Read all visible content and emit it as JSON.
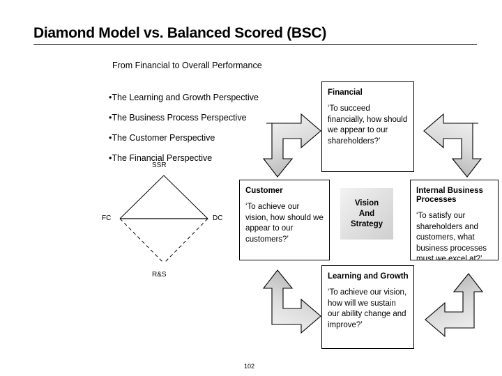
{
  "slide": {
    "title": "Diamond Model vs. Balanced Scored (BSC)",
    "subtitle": "From Financial to Overall Performance",
    "page_number": "102"
  },
  "bullets": [
    {
      "marker": "•",
      "label": "The Learning and Growth Perspective"
    },
    {
      "marker": "•",
      "label": "The Business Process Perspective"
    },
    {
      "marker": "•",
      "label": "The Customer Perspective"
    },
    {
      "marker": "•",
      "label": "The Financial Perspective"
    }
  ],
  "diamond": {
    "top_label": "SSR",
    "left_label": "FC",
    "right_label": "DC",
    "bottom_label": "R&S"
  },
  "bsc": {
    "financial": {
      "title": "Financial",
      "body": "‘To succeed financially, how should we appear to our shareholders?’"
    },
    "customer": {
      "title": "Customer",
      "body": "‘To achieve our vision, how should we appear to our customers?’"
    },
    "internal": {
      "title": "Internal Business Processes",
      "body": "‘To satisfy our shareholders and customers, what business processes must we excel at?’"
    },
    "learning": {
      "title": "Learning and Growth",
      "body": "‘To achieve our vision, how will we sustain our ability change and improve?’"
    },
    "vision": {
      "line1": "Vision",
      "line2": "And",
      "line3": "Strategy"
    }
  },
  "arrows": [
    {
      "name": "arrow-right-down",
      "from": "bullets",
      "to": "financial-and-customer"
    },
    {
      "name": "arrow-left-down",
      "from": "financial",
      "to": "internal-business-processes"
    },
    {
      "name": "arrow-up-right",
      "from": "customer",
      "to": "learning-and-growth"
    },
    {
      "name": "arrow-up-left",
      "from": "learning-and-growth",
      "to": "internal-business-processes"
    }
  ],
  "colors": {
    "ink": "#000000",
    "paper": "#ffffff",
    "arrow_light": "#f2f2f2",
    "arrow_dark": "#bdbdbd",
    "vision_light": "#f2f2f2",
    "vision_dark": "#cfcfcf"
  }
}
